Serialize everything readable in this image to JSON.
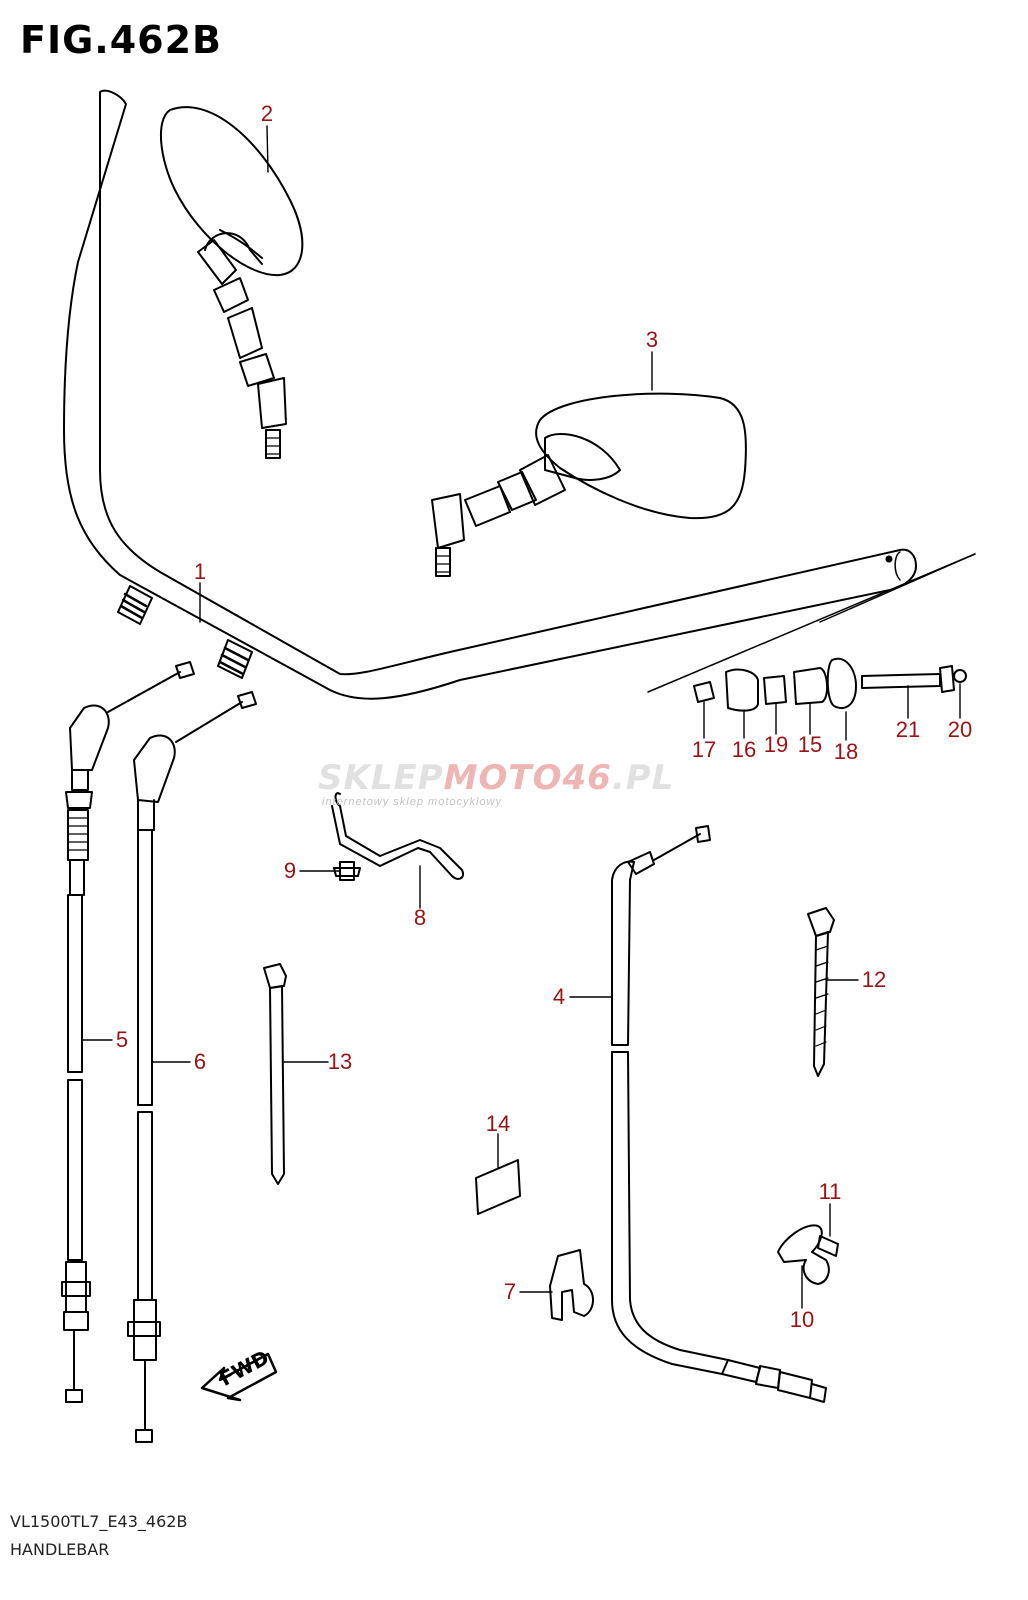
{
  "figure_title": "FIG.462B",
  "footer": {
    "model_code": "VL1500TL7_E43_462B",
    "section_name": "HANDLEBAR"
  },
  "watermark": {
    "main_prefix": "SKLEP",
    "main_highlight": "MOTO46",
    "main_suffix": ".PL",
    "subtitle": "internetowy sklep motocyklowy"
  },
  "direction_label": "FWD",
  "colors": {
    "callout": "#9a1212",
    "line": "#000000"
  },
  "callouts": [
    "1",
    "2",
    "3",
    "4",
    "5",
    "6",
    "7",
    "8",
    "9",
    "10",
    "11",
    "12",
    "13",
    "14",
    "15",
    "16",
    "17",
    "18",
    "19",
    "20",
    "21"
  ]
}
